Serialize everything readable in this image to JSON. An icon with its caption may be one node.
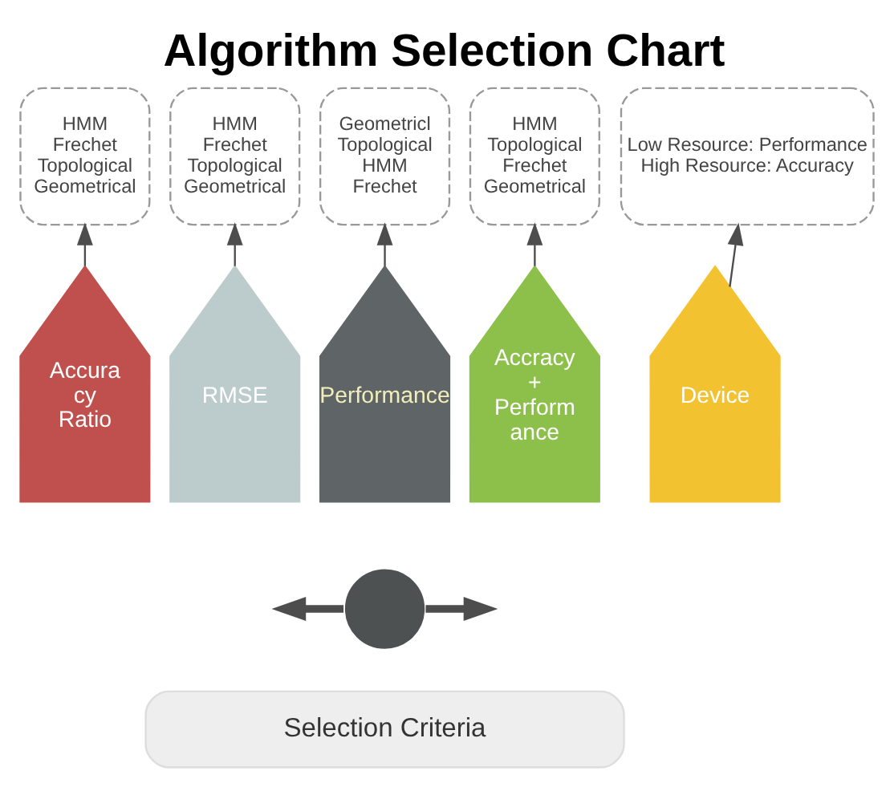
{
  "diagram": {
    "title": "Algorithm Selection Chart",
    "nodes": [
      {
        "text": [
          "HMM",
          "Frechet",
          "Topological",
          "Geometrical"
        ]
      },
      {
        "text": [
          "HMM",
          "Frechet",
          "Topological",
          "Geometrical"
        ]
      },
      {
        "text": [
          "Geometricl",
          "Topological",
          "HMM",
          "Frechet"
        ]
      },
      {
        "text": [
          "HMM",
          "Topological",
          "Frechet",
          "Geometrical"
        ]
      },
      {
        "text": [
          "Low Resource: Performance",
          "High Resource: Accuracy"
        ]
      },
      {
        "text": [
          "Accura cy Ratio"
        ]
      },
      {
        "text": [
          "RMSE"
        ]
      },
      {
        "text": [
          "Performance"
        ]
      },
      {
        "text": [
          "Accracy + Perform ance"
        ]
      },
      {
        "text": [
          "Device"
        ]
      },
      {
        "text": [],
        "shape": "circle"
      },
      {
        "text": [
          "Selection Criteria"
        ]
      }
    ],
    "edges": [
      {
        "from": 5,
        "to": 0,
        "arrow": "to"
      },
      {
        "from": 6,
        "to": 1,
        "arrow": "to"
      },
      {
        "from": 7,
        "to": 2,
        "arrow": "to"
      },
      {
        "from": 8,
        "to": 3,
        "arrow": "to"
      },
      {
        "from": 9,
        "to": 4,
        "arrow": "to"
      },
      {
        "from": 10,
        "to": null,
        "arrow": "to",
        "style": "thick"
      },
      {
        "from": 10,
        "to": null,
        "arrow": "to",
        "style": "thick"
      }
    ]
  }
}
